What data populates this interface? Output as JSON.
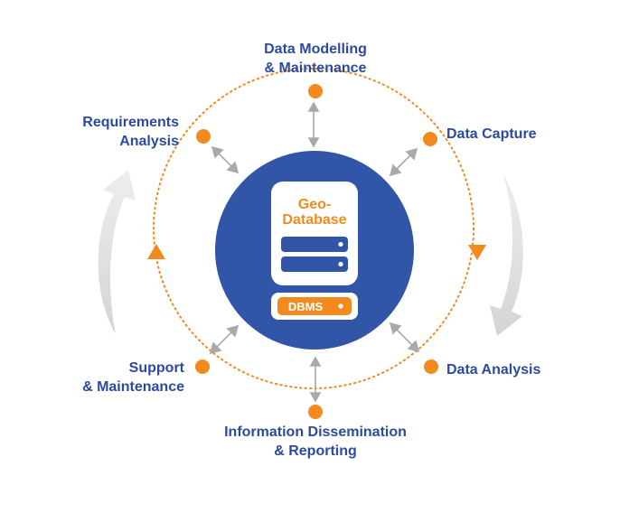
{
  "colors": {
    "accent": "#f28a1e",
    "primary": "#3156a8",
    "text": "#2c4a9e",
    "arrow_gray": "#b0b0b0",
    "arrow_light": "#d8d8d8"
  },
  "center": {
    "title_line1": "Geo-",
    "title_line2": "Database",
    "dbms_label": "DBMS"
  },
  "stages": {
    "data_modelling": {
      "line1": "Data Modelling",
      "line2": "& Maintenance"
    },
    "data_capture": {
      "line1": "Data Capture"
    },
    "data_analysis": {
      "line1": "Data Analysis"
    },
    "dissemination": {
      "line1": "Information Dissemination",
      "line2": "& Reporting"
    },
    "support": {
      "line1": "Support",
      "line2": "& Maintenance"
    },
    "requirements": {
      "line1": "Requirements",
      "line2": "Analysis"
    }
  }
}
